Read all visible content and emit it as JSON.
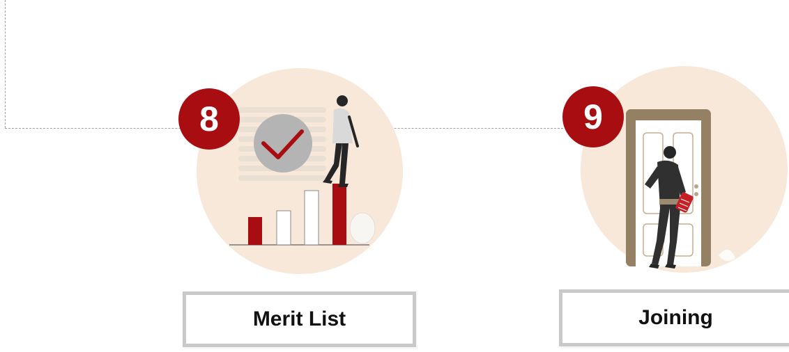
{
  "steps": [
    {
      "number": "8",
      "label": "Merit List"
    },
    {
      "number": "9",
      "label": "Joining"
    }
  ],
  "colors": {
    "accent": "#a80d11",
    "circle_fill": "#f7e8da",
    "connector": "#9f9f9f",
    "label_border": "#c9c9c9"
  },
  "icons": [
    "merit-list-illustration",
    "checkmark-icon",
    "bar-chart-icon",
    "person-figure",
    "joining-illustration",
    "door-icon",
    "folder-icon"
  ]
}
